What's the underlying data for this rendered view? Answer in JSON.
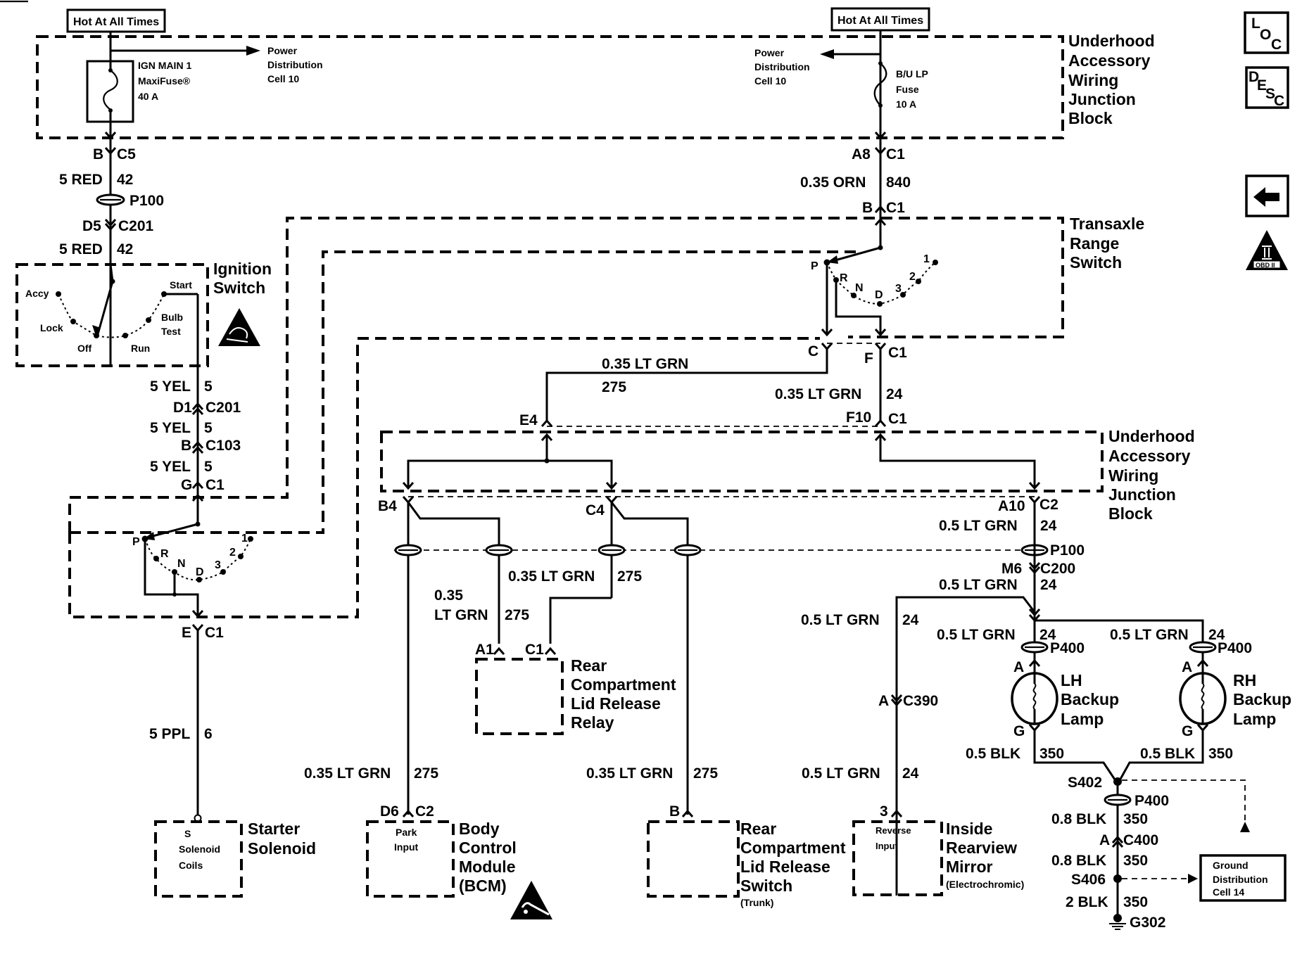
{
  "diagram": {
    "title": "Backup Lamps / Transaxle Range Switch Wiring Schematic",
    "power_sources": [
      {
        "label": "Hot At All Times"
      },
      {
        "label": "Hot At All Times"
      }
    ],
    "fuses": [
      {
        "line1": "IGN MAIN 1",
        "line2": "MaxiFuse®",
        "line3": "40 A"
      },
      {
        "line1": "B/U LP",
        "line2": "Fuse",
        "line3": "10 A"
      }
    ],
    "power_distribution": {
      "line1": "Power",
      "line2": "Distribution",
      "line3": "Cell 10"
    },
    "components": {
      "uawjb_top": [
        "Underhood",
        "Accessory",
        "Wiring",
        "Junction",
        "Block"
      ],
      "uawjb_mid": [
        "Underhood",
        "Accessory",
        "Wiring",
        "Junction",
        "Block"
      ],
      "ignition_switch": [
        "Ignition",
        "Switch"
      ],
      "transaxle_switch": [
        "Transaxle",
        "Range",
        "Switch"
      ],
      "starter_solenoid": [
        "Starter",
        "Solenoid"
      ],
      "starter_inner": [
        "S",
        "Solenoid",
        "Coils"
      ],
      "bcm": [
        "Body",
        "Control",
        "Module",
        "(BCM)"
      ],
      "bcm_inner": [
        "Park",
        "Input"
      ],
      "relay": [
        "Rear",
        "Compartment",
        "Lid Release",
        "Relay"
      ],
      "trunk_switch": [
        "Rear",
        "Compartment",
        "Lid Release",
        "Switch",
        "(Trunk)"
      ],
      "mirror": [
        "Inside",
        "Rearview",
        "Mirror",
        "(Electrochromic)"
      ],
      "mirror_inner": [
        "Reverse",
        "Input"
      ],
      "lh_lamp": [
        "LH",
        "Backup",
        "Lamp"
      ],
      "rh_lamp": [
        "RH",
        "Backup",
        "Lamp"
      ],
      "ground_dist": [
        "Ground",
        "Distribution",
        "Cell 14"
      ]
    },
    "ignition_positions": [
      "Accy",
      "Lock",
      "Off",
      "Run",
      "Bulb",
      "Test",
      "Start"
    ],
    "prndl": [
      "P",
      "R",
      "N",
      "D",
      "3",
      "2",
      "1"
    ],
    "connectors": {
      "b_c5": [
        "B",
        "C5"
      ],
      "d5_c201": [
        "D5",
        "C201"
      ],
      "d1_c201": [
        "D1",
        "C201"
      ],
      "b_c103": [
        "B",
        "C103"
      ],
      "g_c1": [
        "G",
        "C1"
      ],
      "e_c1": [
        "E",
        "C1"
      ],
      "a8_c1": [
        "A8",
        "C1"
      ],
      "b_c1": [
        "B",
        "C1"
      ],
      "c": [
        "C"
      ],
      "f_c1": [
        "F",
        "C1"
      ],
      "f10_c1": [
        "F10",
        "C1"
      ],
      "e4": [
        "E4"
      ],
      "b4": [
        "B4"
      ],
      "c4": [
        "C4"
      ],
      "a10_c2": [
        "A10",
        "C2"
      ],
      "m6_c200": [
        "M6",
        "C200"
      ],
      "a1": [
        "A1"
      ],
      "c1": [
        "C1"
      ],
      "d6_c2": [
        "D6",
        "C2"
      ],
      "b": [
        "B"
      ],
      "three": [
        "3"
      ],
      "a_c390": [
        "A",
        "C390"
      ],
      "lh_a": [
        "A"
      ],
      "lh_g": [
        "G"
      ],
      "rh_a": [
        "A"
      ],
      "rh_g": [
        "G"
      ],
      "a_c400": [
        "A",
        "C400"
      ]
    },
    "passthroughs": {
      "p100_left": "P100",
      "p100_right": "P100",
      "p400_lh": "P400",
      "p400_rh": "P400",
      "p400_gnd": "P400"
    },
    "splices": {
      "s402": "S402",
      "s406": "S406",
      "g302": "G302"
    },
    "wires": {
      "red_42_a": [
        "5 RED",
        "42"
      ],
      "red_42_b": [
        "5 RED",
        "42"
      ],
      "yel_5_a": [
        "5 YEL",
        "5"
      ],
      "yel_5_b": [
        "5 YEL",
        "5"
      ],
      "yel_5_c": [
        "5 YEL",
        "5"
      ],
      "ppl_6": [
        "5 PPL",
        "6"
      ],
      "orn_840": [
        "0.35 ORN",
        "840"
      ],
      "ltgrn_275_top": [
        "0.35 LT GRN",
        "275"
      ],
      "ltgrn_24_top": [
        "0.35 LT GRN",
        "24"
      ],
      "ltgrn_24_a10": [
        "0.5 LT GRN",
        "24"
      ],
      "ltgrn_24_c200": [
        "0.5 LT GRN",
        "24"
      ],
      "ltgrn_24_mirror_upper": [
        "0.5 LT GRN",
        "24"
      ],
      "ltgrn_24_lh": [
        "0.5 LT GRN",
        "24"
      ],
      "ltgrn_24_rh": [
        "0.5 LT GRN",
        "24"
      ],
      "ltgrn_24_mirror_lower": [
        "0.5 LT GRN",
        "24"
      ],
      "ltgrn_275_relay_c1": [
        "0.35 LT GRN",
        "275"
      ],
      "ltgrn_275_relay_a1": [
        "0.35",
        "LT GRN",
        "275"
      ],
      "ltgrn_275_bcm": [
        "0.35 LT GRN",
        "275"
      ],
      "ltgrn_275_trunk": [
        "0.35 LT GRN",
        "275"
      ],
      "blk_350_lh": [
        "0.5 BLK",
        "350"
      ],
      "blk_350_rh": [
        "0.5 BLK",
        "350"
      ],
      "blk_350_p400": [
        "0.8 BLK",
        "350"
      ],
      "blk_350_c400": [
        "0.8 BLK",
        "350"
      ],
      "blk_350_g302": [
        "2 BLK",
        "350"
      ]
    }
  },
  "nav_icons": {
    "loc": {
      "name": "component-location",
      "l1": "L",
      "l2": "O",
      "l3": "C"
    },
    "desc": {
      "name": "component-description",
      "l1": "D",
      "l2": "E",
      "l3": "S",
      "l4": "C"
    },
    "back": {
      "name": "back-arrow"
    },
    "obd": {
      "name": "obd-ii",
      "label": "OBD II",
      "roman": "II"
    }
  }
}
